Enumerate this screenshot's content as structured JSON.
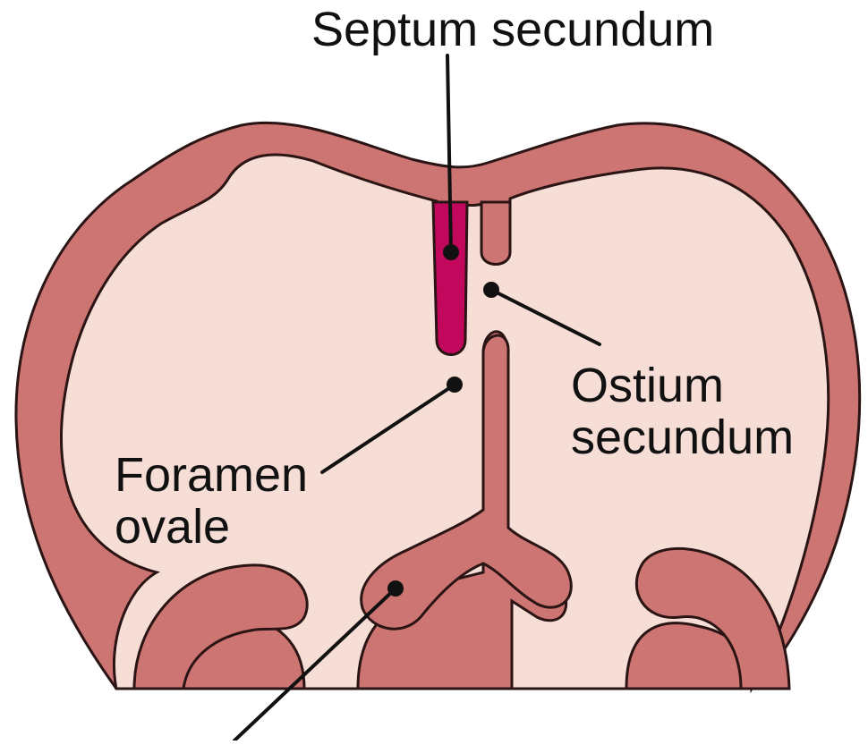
{
  "labels": {
    "septum_secundum": "Septum secundum",
    "ostium_secundum_line1": "Ostium",
    "ostium_secundum_line2": "secundum",
    "foramen_ovale_line1": "Foramen",
    "foramen_ovale_line2": "ovale"
  },
  "colors": {
    "tissue": "#cd7572",
    "tissue_outline": "#2a1414",
    "chamber": "#f6ddd6",
    "septum_secundum": "#c2085c",
    "leader": "#111111",
    "background": "#ffffff"
  }
}
